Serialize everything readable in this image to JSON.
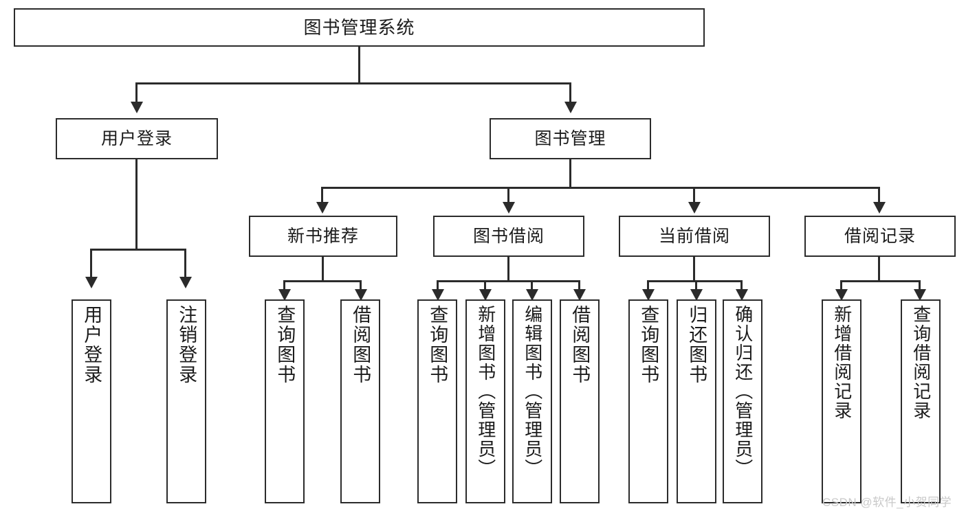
{
  "diagram": {
    "type": "tree-hierarchy",
    "title": "图书管理系统",
    "root": {
      "label": "图书管理系统"
    },
    "level2": [
      {
        "label": "用户登录"
      },
      {
        "label": "图书管理"
      }
    ],
    "level3": [
      {
        "label": "新书推荐"
      },
      {
        "label": "图书借阅"
      },
      {
        "label": "当前借阅"
      },
      {
        "label": "借阅记录"
      }
    ],
    "leaves": {
      "user_login": [
        {
          "label": "用户登录"
        },
        {
          "label": "注销登录"
        }
      ],
      "new_book_recommend": [
        {
          "label": "查询图书"
        },
        {
          "label": "借阅图书"
        }
      ],
      "book_borrow": [
        {
          "label": "查询图书"
        },
        {
          "label": "新增图书（管理员）"
        },
        {
          "label": "编辑图书（管理员）"
        },
        {
          "label": "借阅图书"
        }
      ],
      "current_borrow": [
        {
          "label": "查询图书"
        },
        {
          "label": "归还图书"
        },
        {
          "label": "确认归还（管理员）"
        }
      ],
      "borrow_record": [
        {
          "label": "新增借阅记录"
        },
        {
          "label": "查询借阅记录"
        }
      ]
    }
  },
  "watermark": {
    "text": "CSDN @软件_小贺同学"
  },
  "colors": {
    "border": "#2b2b2b",
    "text": "#1b1b1b",
    "background": "#ffffff",
    "watermark": "#c9c9c9"
  }
}
